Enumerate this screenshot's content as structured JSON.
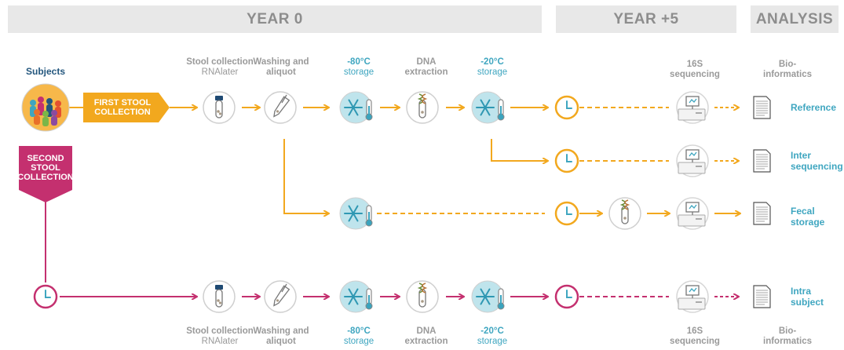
{
  "banners": {
    "year0": "YEAR 0",
    "year5": "YEAR +5",
    "analysis": "ANALYSIS"
  },
  "labels": {
    "subjects": "Subjects",
    "stool_collection": "Stool collection",
    "rnalater": "RNAlater",
    "washing": "Washing and",
    "aliquot": "aliquot",
    "minus80": "-80°C",
    "storage": "storage",
    "dna": "DNA",
    "extraction": "extraction",
    "minus20": "-20°C",
    "s16": "16S",
    "sequencing": "sequencing",
    "bio": "Bio-",
    "informatics": "informatics"
  },
  "tags": {
    "first_line1": "FIRST STOOL",
    "first_line2": "COLLECTION",
    "second_line1": "SECOND",
    "second_line2": "STOOL",
    "second_line3": "COLLECTION"
  },
  "results": {
    "reference": "Reference",
    "inter_line1": "Inter",
    "inter_line2": "sequencing",
    "fecal_line1": "Fecal",
    "fecal_line2": "storage",
    "intra_line1": "Intra",
    "intra_line2": "subject"
  },
  "colors": {
    "orange": "#f2a81e",
    "magenta": "#c4306f",
    "blue_text": "#3fa6c0",
    "banner_bg": "#e8e8e8",
    "banner_text": "#8d8d8d",
    "gray_text": "#9a9a9a",
    "subjects_text": "#24577e"
  },
  "icons": [
    "people-group-icon",
    "tube-icon",
    "pipette-tube-icon",
    "freezer-snowflake-icon",
    "dna-tube-icon",
    "clock-icon",
    "sequencer-icon",
    "document-icon"
  ]
}
